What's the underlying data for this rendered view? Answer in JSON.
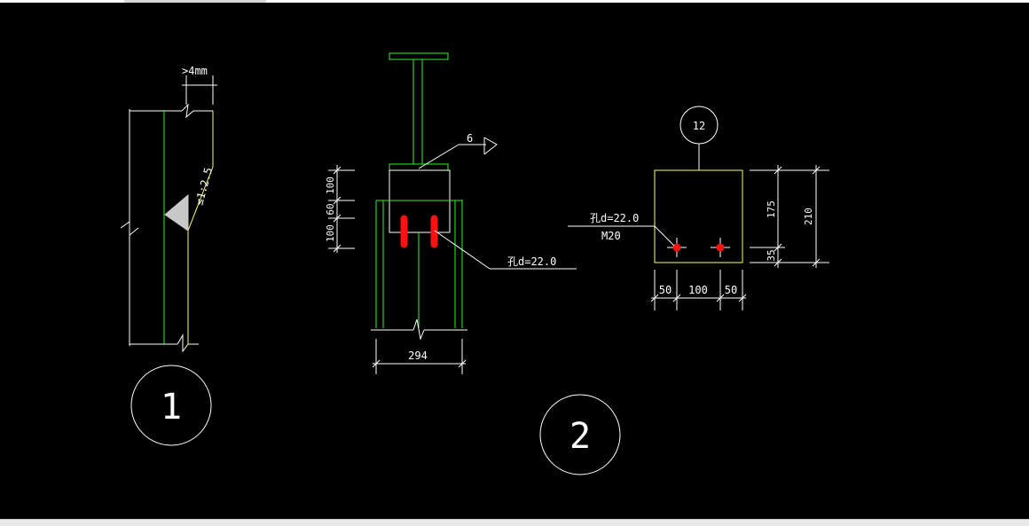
{
  "colors": {
    "background": "#000000",
    "white": "#ffffff",
    "yellow": "#ffff66",
    "green": "#33ee33",
    "red": "#ff1111",
    "gray": "#c8c8c8"
  },
  "detail1": {
    "gap_label": ">4mm",
    "slope_label": "≤1:2.5",
    "number": "1"
  },
  "detail2": {
    "weld_size": "6",
    "dim_top": "100",
    "dim_mid": "60",
    "dim_bottom": "100",
    "hole_label": "孔d=22.0",
    "width_label": "294",
    "number": "2"
  },
  "detail12": {
    "number": "12",
    "hole_label": "孔d=22.0",
    "bolt_label": "M20",
    "dim_height_upper": "175",
    "dim_height_lower": "35",
    "dim_height_total": "210",
    "dim_left": "50",
    "dim_center": "100",
    "dim_right": "50"
  }
}
